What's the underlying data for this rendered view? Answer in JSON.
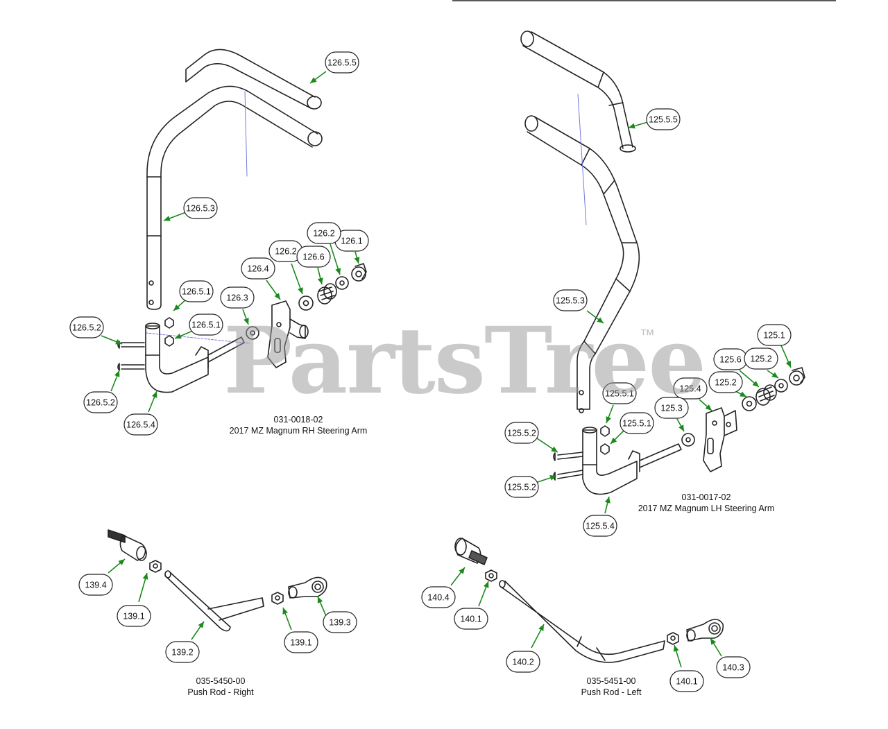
{
  "watermark": {
    "text": "PartsTree",
    "tm": "™"
  },
  "colors": {
    "leader": "#1a8a1a",
    "callout_border": "#222222",
    "part_stroke": "#222222",
    "axis": "#7777dd"
  },
  "assemblies": [
    {
      "part_no": "031-0018-02",
      "title": "2017 MZ Magnum RH Steering Arm"
    },
    {
      "part_no": "031-0017-02",
      "title": "2017 MZ Magnum LH Steering Arm"
    },
    {
      "part_no": "035-5450-00",
      "title": "Push Rod - Right"
    },
    {
      "part_no": "035-5451-00",
      "title": "Push Rod - Left"
    }
  ],
  "callouts": [
    "126.5.5",
    "126.5.3",
    "126.2",
    "126.1",
    "126.6",
    "126.2",
    "126.4",
    "126.5.1",
    "126.3",
    "126.5.1",
    "126.5.2",
    "126.5.2",
    "126.5.4",
    "125.5.5",
    "125.5.3",
    "125.1",
    "125.6",
    "125.2",
    "125.2",
    "125.4",
    "125.3",
    "125.5.1",
    "125.5.1",
    "125.5.2",
    "125.5.2",
    "125.5.4",
    "139.4",
    "139.1",
    "139.3",
    "139.1",
    "139.2",
    "140.4",
    "140.1",
    "140.2",
    "140.3",
    "140.1"
  ]
}
